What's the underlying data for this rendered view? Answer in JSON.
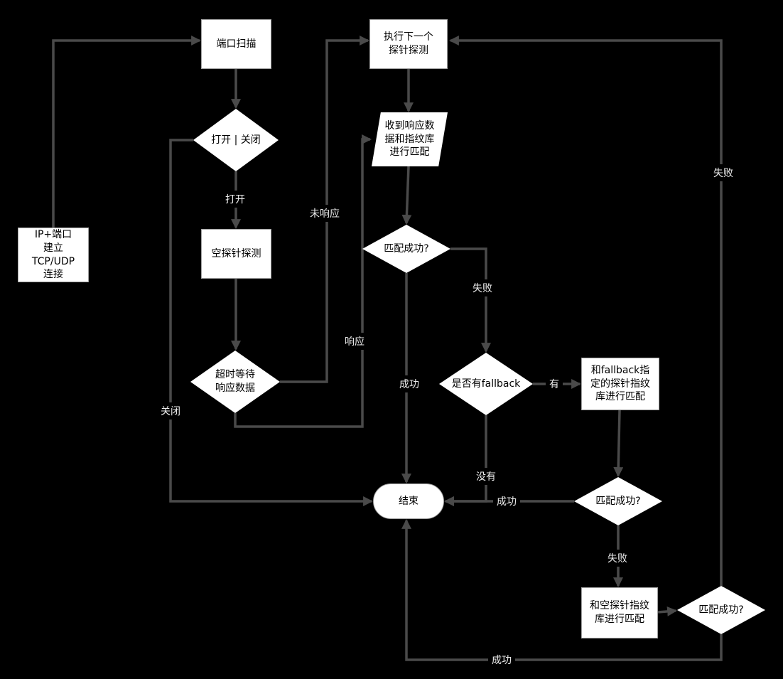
{
  "colors": {
    "background": "#000000",
    "node_fill": "#ffffff",
    "node_text": "#000000",
    "node_border": "#a0a0a0",
    "edge": "#4a4a4a",
    "edge_label_text": "#ededed",
    "edge_label_bg": "#000000"
  },
  "nodes": {
    "port_scan": {
      "label": "端口扫描"
    },
    "next_probe": {
      "label": "执行下一个\n探针探测"
    },
    "open_closed": {
      "label": "打开 | 关闭"
    },
    "recv_match": {
      "label": "收到响应数\n据和指纹库\n进行匹配"
    },
    "ip_port": {
      "label": "IP+端口\n建立\nTCP/UDP\n连接"
    },
    "null_probe": {
      "label": "空探针探测"
    },
    "match_ok_1": {
      "label": "匹配成功?"
    },
    "timeout_wait": {
      "label": "超时等待\n响应数据"
    },
    "has_fallback": {
      "label": "是否有fallback"
    },
    "fallback_match": {
      "label": "和fallback指\n定的探针指纹\n库进行匹配"
    },
    "end": {
      "label": "结束"
    },
    "match_ok_2": {
      "label": "匹配成功?"
    },
    "null_fp_match": {
      "label": "和空探针指纹\n库进行匹配"
    },
    "match_ok_3": {
      "label": "匹配成功?"
    }
  },
  "edge_labels": {
    "open": "打开",
    "closed": "关闭",
    "no_response": "未响应",
    "response": "响应",
    "success_1": "成功",
    "fail_1": "失败",
    "has": "有",
    "none": "没有",
    "success_2": "成功",
    "fail_2": "失败",
    "fail_3": "失败",
    "success_3": "成功"
  }
}
